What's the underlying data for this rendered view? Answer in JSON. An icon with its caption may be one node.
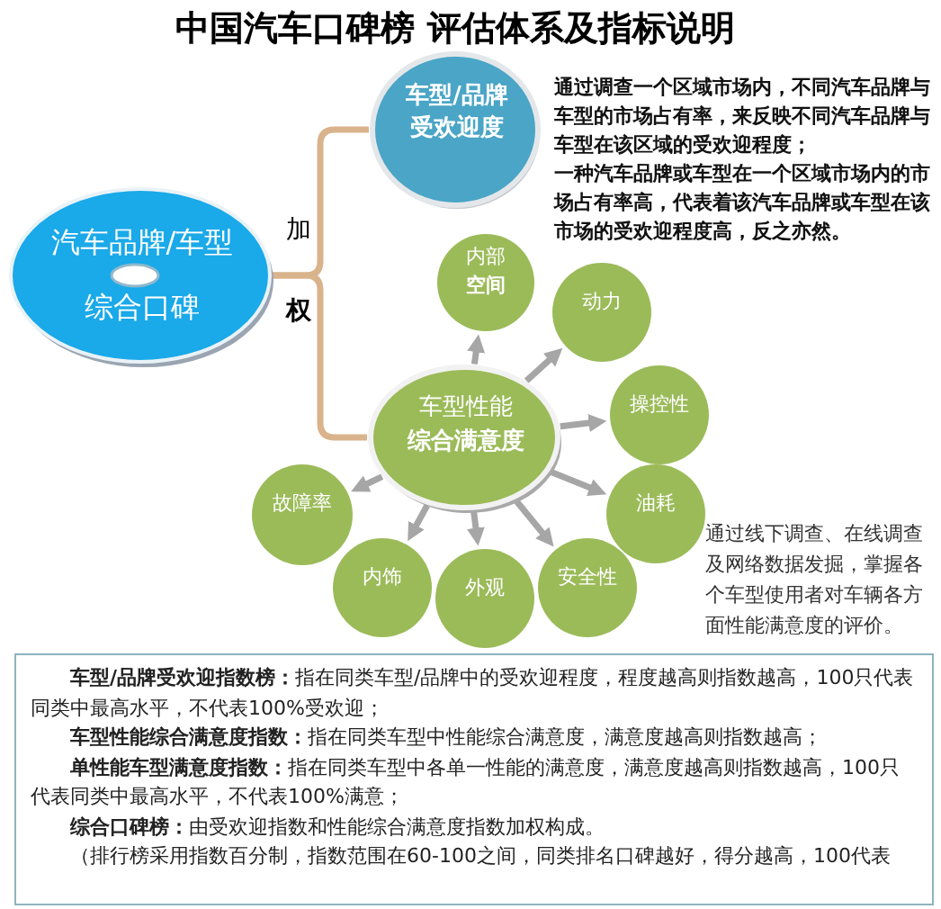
{
  "diagram": {
    "title": "中国汽车口碑榜 评估体系及指标说明",
    "nodes": [
      {
        "text": [
          "汽车品牌/车型",
          "综合口碑"
        ]
      },
      {
        "text": [
          "车型/品牌受欢迎度"
        ],
        "beside": [
          "通过调查一个区域市场内，不同汽车品牌与车型的市场占有率，来反映不同汽车品牌与车型在该区域的受欢迎程度；",
          "一种汽车品牌或车型在一个区域市场内的市场占有率高，代表着该汽车品牌或车型在该市场的受欢迎程度高，反之亦然。"
        ]
      },
      {
        "text": [
          "车型性能",
          "综合满意度"
        ]
      },
      {
        "text": [
          "内部**空间**"
        ]
      },
      {
        "text": [
          "动力"
        ]
      },
      {
        "text": [
          "操控性"
        ]
      },
      {
        "text": [
          "油耗"
        ]
      },
      {
        "text": [
          "安全性"
        ]
      },
      {
        "text": [
          "外观"
        ]
      },
      {
        "text": [
          "内饰"
        ]
      },
      {
        "text": [
          "故障率"
        ]
      },
      {
        "text": [
          "**车型/品牌受欢迎指数榜：**指在同类车型/品牌中的受欢迎程度，程度越高则指数越高，100只代表同类中最高水平，不代表100%受欢迎；",
          "**车型性能综合满意度指数：**指在同类车型中性能综合满意度，满意度越高则指数越高；",
          "**单性能车型满意度指数：**指在同类车型中各单一性能的满意度，满意度越高则指数越高，100只代表同类中最高水平，不代表100%满意；",
          "**综合口碑榜：**由受欢迎指数和性能综合满意度指数加权构成。",
          "（排行榜采用指数百分制，指数范围在60-100之间，同类排名口碑越好，得分越高，100代表"
        ]
      }
    ],
    "edges": [
      {
        "from": 0,
        "to": 1,
        "arrow": "none",
        "color": "#d9b38c"
      },
      {
        "from": 0,
        "to": 2,
        "arrow": "none",
        "color": "#d9b38c"
      },
      {
        "from": 2,
        "to": 3,
        "arrow": "to"
      },
      {
        "from": 2,
        "to": 4,
        "arrow": "to"
      },
      {
        "from": 2,
        "to": 5,
        "arrow": "to"
      },
      {
        "from": 2,
        "to": 6,
        "arrow": "to"
      },
      {
        "from": 2,
        "to": 7,
        "arrow": "to"
      },
      {
        "from": 2,
        "to": 8,
        "arrow": "to"
      },
      {
        "from": 2,
        "to": 9,
        "arrow": "to"
      },
      {
        "from": 2,
        "to": 10,
        "arrow": "to"
      }
    ],
    "labels": [
      "加",
      "权",
      "通过线下调查、在线调查及网络数据发掘，掌握各个车型使用者对车辆各方面性能满意度的评价。"
    ]
  }
}
